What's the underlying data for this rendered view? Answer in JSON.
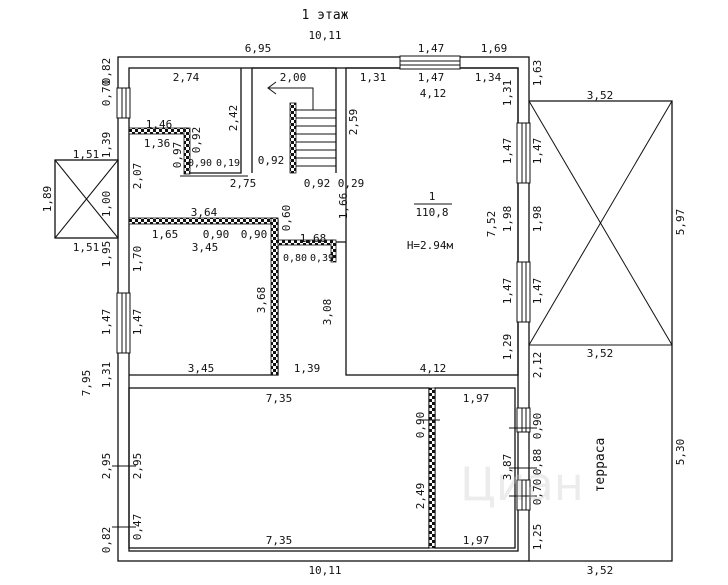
{
  "plan": {
    "title": "1 этаж",
    "room_number": "1",
    "area": "110,8",
    "height": "H=2.94м",
    "terrace_label": "терраса",
    "watermark": "Циан"
  },
  "dims": {
    "top_total": "10,11",
    "bottom_total": "10,11",
    "top_695": "6,95",
    "top_147": "1,47",
    "top_169": "1,69",
    "left_795": "7,95",
    "left_082_top": "0,82",
    "left_070": "0,70",
    "left_139": "1,39",
    "left_100": "1,00",
    "left_195": "1,95",
    "left_147": "1,47",
    "left_131": "1,31",
    "left_295": "2,95",
    "left_082_bot": "0,82",
    "r1_274": "2,74",
    "r1_242": "2,42",
    "r1_146": "1,46",
    "r1_136": "1,36",
    "r1_097": "0,97",
    "r1_092": "0,92",
    "r1_090": "0,90",
    "r1_019": "0,19",
    "stair_200": "2,00",
    "stair_092": "0,92",
    "stair_275": "2,75",
    "stair_092b": "0,92",
    "stair_029": "0,29",
    "stair_259": "2,59",
    "ent_151_top": "1,51",
    "ent_151_bot": "1,51",
    "ent_189": "1,89",
    "ent_207": "2,07",
    "hall_364": "3,64",
    "hall_165": "1,65",
    "hall_090a": "0,90",
    "hall_090b": "0,90",
    "hall_060": "0,60",
    "hall_166": "1,66",
    "hall_168": "1,68",
    "hall_080": "0,80",
    "hall_039": "0,39",
    "rl_345_top": "3,45",
    "rl_345_bot": "3,45",
    "rl_170": "1,70",
    "rl_147": "1,47",
    "rl_368": "3,68",
    "rl_308": "3,08",
    "rl_139": "1,39",
    "main_131": "1,31",
    "main_147": "1,47",
    "main_134": "1,34",
    "main_412_top": "4,12",
    "main_412_bot": "4,12",
    "main_131_side": "1,31",
    "main_147_a": "1,47",
    "main_198": "1,98",
    "main_752": "7,52",
    "main_147_b": "1,47",
    "main_129": "1,29",
    "out_163": "1,63",
    "out_147_a": "1,47",
    "out_198": "1,98",
    "out_147_b": "1,47",
    "out_212": "2,12",
    "out_090": "0,90",
    "out_088": "0,88",
    "out_070": "0,70",
    "out_125": "1,25",
    "ter_352_top": "3,52",
    "ter_352_mid": "3,52",
    "ter_352_bot": "3,52",
    "ter_597": "5,97",
    "ter_530": "5,30",
    "b_735_top": "7,35",
    "b_735_bot": "7,35",
    "b_295": "2,95",
    "b_047": "0,47",
    "b_090": "0,90",
    "b_249": "2,49",
    "b_197_top": "1,97",
    "b_197_bot": "1,97",
    "b_387": "3,87"
  }
}
